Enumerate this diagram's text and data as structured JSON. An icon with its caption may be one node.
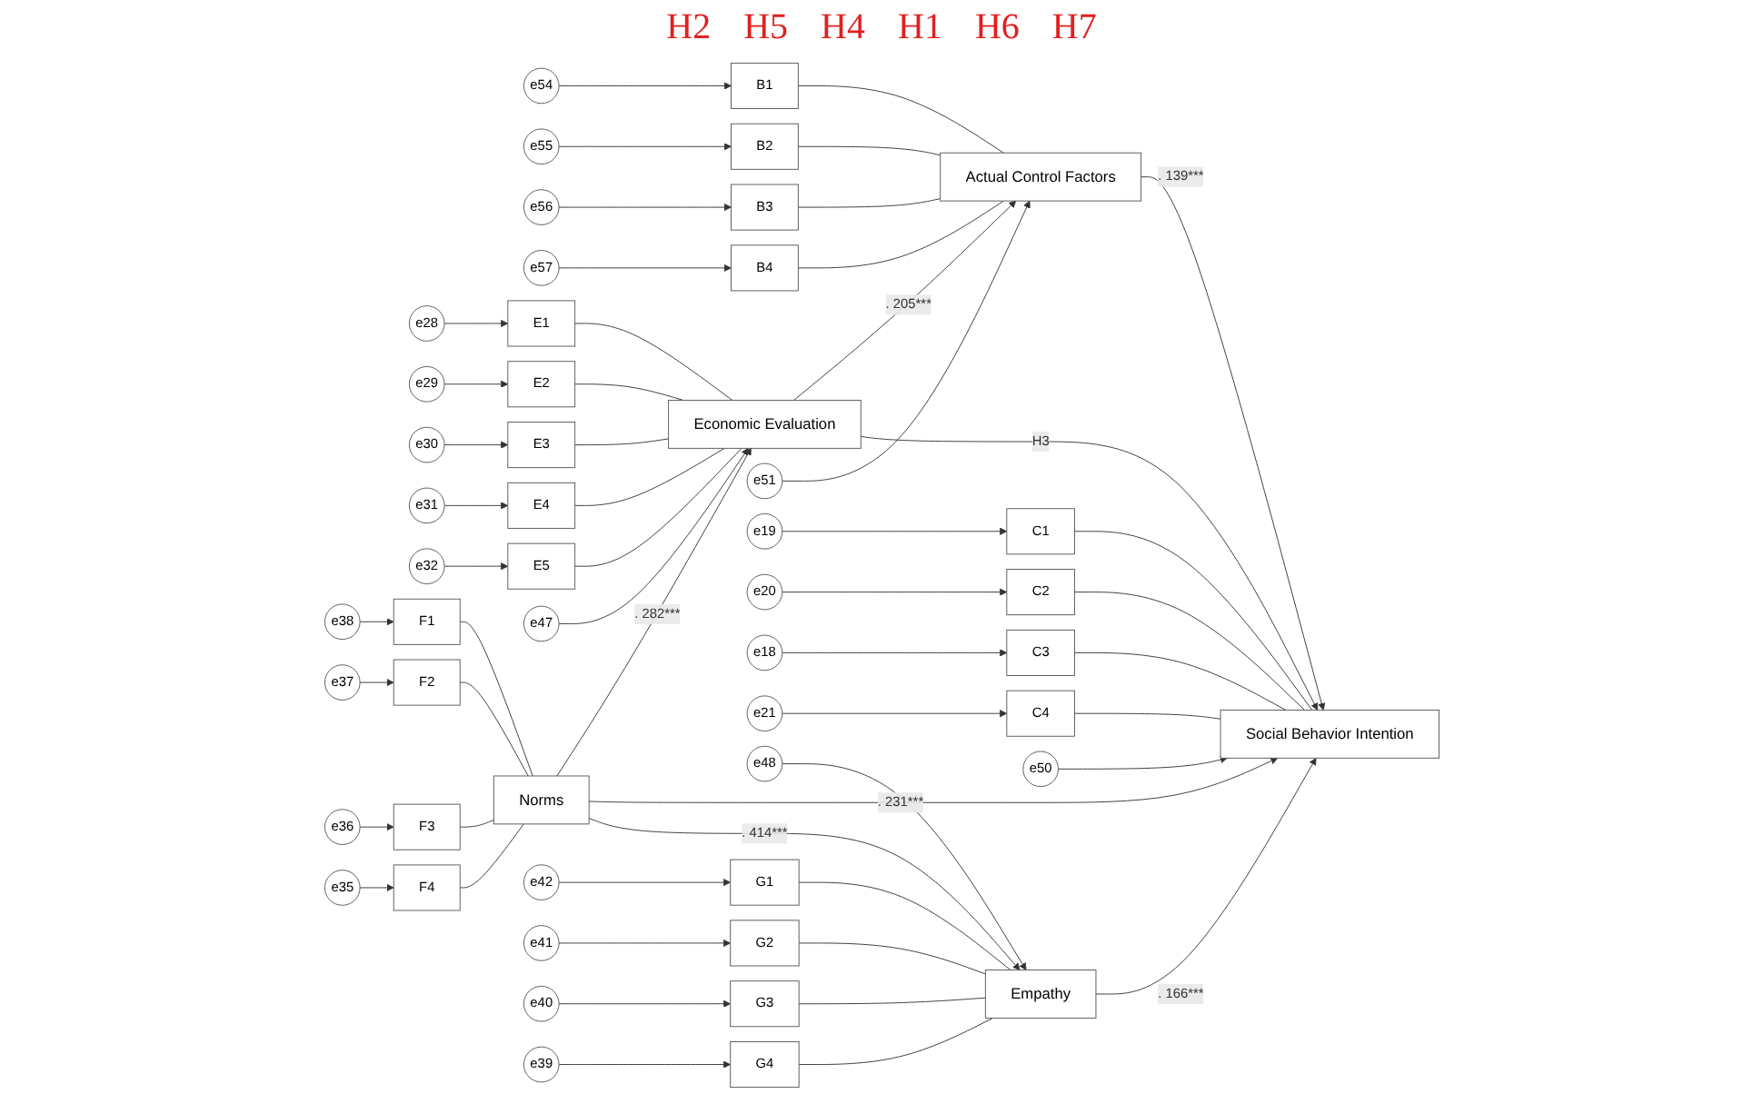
{
  "diagram": {
    "nodes": [
      {
        "text": [
          "e28"
        ]
      },
      {
        "text": [
          "e29"
        ]
      },
      {
        "text": [
          "e30"
        ]
      },
      {
        "text": [
          "e31"
        ]
      },
      {
        "text": [
          "e32"
        ]
      },
      {
        "text": [
          "e54"
        ]
      },
      {
        "text": [
          "e55"
        ]
      },
      {
        "text": [
          "e56"
        ]
      },
      {
        "text": [
          "e57"
        ]
      },
      {
        "text": [
          "E1"
        ]
      },
      {
        "text": [
          "E2"
        ]
      },
      {
        "text": [
          "E3"
        ]
      },
      {
        "text": [
          "E4"
        ]
      },
      {
        "text": [
          "E5"
        ]
      },
      {
        "text": [
          "B1"
        ]
      },
      {
        "text": [
          "B2"
        ]
      },
      {
        "text": [
          "B3"
        ]
      },
      {
        "text": [
          "B4"
        ]
      },
      {
        "text": [
          "e47"
        ]
      },
      {
        "text": [
          "Economic Evaluation"
        ]
      },
      {
        "text": [
          "Actual Control Factors"
        ]
      },
      {
        "text": [
          "e51"
        ]
      },
      {
        "text": [
          "e38"
        ]
      },
      {
        "text": [
          "F1"
        ]
      },
      {
        "text": [
          "e37"
        ]
      },
      {
        "text": [
          "F2"
        ]
      },
      {
        "text": [
          "e36"
        ]
      },
      {
        "text": [
          "F3"
        ]
      },
      {
        "text": [
          "e35"
        ]
      },
      {
        "text": [
          "F4"
        ]
      },
      {
        "text": [
          "Norms"
        ]
      },
      {
        "text": [
          "Social Behavior Intention"
        ]
      },
      {
        "text": [
          "C1"
        ]
      },
      {
        "text": [
          "e19"
        ]
      },
      {
        "text": [
          "C2"
        ]
      },
      {
        "text": [
          "e20"
        ]
      },
      {
        "text": [
          "C3"
        ]
      },
      {
        "text": [
          "e18"
        ]
      },
      {
        "text": [
          "C4"
        ]
      },
      {
        "text": [
          "e21"
        ]
      },
      {
        "text": [
          "Empathy"
        ]
      },
      {
        "text": [
          "e50"
        ]
      },
      {
        "text": [
          "e48"
        ]
      },
      {
        "text": [
          "G1"
        ]
      },
      {
        "text": [
          "G2"
        ]
      },
      {
        "text": [
          "G3"
        ]
      },
      {
        "text": [
          "G4"
        ]
      },
      {
        "text": [
          "e42"
        ]
      },
      {
        "text": [
          "e41"
        ]
      },
      {
        "text": [
          "e40"
        ]
      },
      {
        "text": [
          "e39"
        ]
      }
    ],
    "edges": [
      {
        "from": 0,
        "to": 9,
        "arrow": "to"
      },
      {
        "from": 1,
        "to": 10,
        "arrow": "to"
      },
      {
        "from": 2,
        "to": 11,
        "arrow": "to"
      },
      {
        "from": 3,
        "to": 12,
        "arrow": "to"
      },
      {
        "from": 4,
        "to": 13,
        "arrow": "to"
      },
      {
        "from": 5,
        "to": 14,
        "arrow": "to"
      },
      {
        "from": 6,
        "to": 15,
        "arrow": "to"
      },
      {
        "from": 7,
        "to": 16,
        "arrow": "to"
      },
      {
        "from": 8,
        "to": 17,
        "arrow": "to"
      },
      {
        "from": 9,
        "to": 19,
        "arrow": "none"
      },
      {
        "from": 10,
        "to": 19,
        "arrow": "none"
      },
      {
        "from": 11,
        "to": 19,
        "arrow": "none"
      },
      {
        "from": 12,
        "to": 19,
        "arrow": "none"
      },
      {
        "from": 13,
        "to": 19,
        "arrow": "none"
      },
      {
        "from": 14,
        "to": 20,
        "arrow": "none"
      },
      {
        "from": 15,
        "to": 20,
        "arrow": "none"
      },
      {
        "from": 16,
        "to": 20,
        "arrow": "none"
      },
      {
        "from": 17,
        "to": 20,
        "arrow": "none"
      },
      {
        "from": 18,
        "to": 19,
        "arrow": "to"
      },
      {
        "from": 21,
        "to": 20,
        "arrow": "to"
      },
      {
        "from": 22,
        "to": 23,
        "arrow": "to"
      },
      {
        "from": 24,
        "to": 25,
        "arrow": "to"
      },
      {
        "from": 26,
        "to": 27,
        "arrow": "to"
      },
      {
        "from": 28,
        "to": 29,
        "arrow": "to"
      },
      {
        "from": 23,
        "to": 30,
        "arrow": "none"
      },
      {
        "from": 25,
        "to": 30,
        "arrow": "none"
      },
      {
        "from": 27,
        "to": 30,
        "arrow": "none"
      },
      {
        "from": 29,
        "to": 30,
        "arrow": "none"
      },
      {
        "from": 33,
        "to": 32,
        "arrow": "to"
      },
      {
        "from": 35,
        "to": 34,
        "arrow": "to"
      },
      {
        "from": 37,
        "to": 36,
        "arrow": "to"
      },
      {
        "from": 39,
        "to": 38,
        "arrow": "to"
      },
      {
        "from": 32,
        "to": 31,
        "arrow": "none"
      },
      {
        "from": 34,
        "to": 31,
        "arrow": "none"
      },
      {
        "from": 36,
        "to": 31,
        "arrow": "none"
      },
      {
        "from": 38,
        "to": 31,
        "arrow": "none"
      },
      {
        "from": 41,
        "to": 31,
        "arrow": "to"
      },
      {
        "from": 42,
        "to": 40,
        "arrow": "to"
      },
      {
        "from": 43,
        "to": 40,
        "arrow": "none"
      },
      {
        "from": 44,
        "to": 40,
        "arrow": "none"
      },
      {
        "from": 45,
        "to": 40,
        "arrow": "none"
      },
      {
        "from": 46,
        "to": 40,
        "arrow": "none"
      },
      {
        "from": 47,
        "to": 43,
        "arrow": "to"
      },
      {
        "from": 48,
        "to": 44,
        "arrow": "to"
      },
      {
        "from": 49,
        "to": 45,
        "arrow": "to"
      },
      {
        "from": 50,
        "to": 46,
        "arrow": "to"
      },
      {
        "from": 30,
        "to": 19,
        "arrow": "to",
        "label": ". 282***"
      },
      {
        "from": 19,
        "to": 20,
        "arrow": "to",
        "label": ". 205***"
      },
      {
        "from": 19,
        "to": 31,
        "arrow": "to",
        "label": "H3"
      },
      {
        "from": 20,
        "to": 31,
        "arrow": "to",
        "label": ". 139***"
      },
      {
        "from": 30,
        "to": 31,
        "arrow": "to",
        "label": ". 231***"
      },
      {
        "from": 30,
        "to": 40,
        "arrow": "to",
        "label": ". 414***"
      },
      {
        "from": 40,
        "to": 31,
        "arrow": "to",
        "label": ". 166***"
      }
    ],
    "labels": [
      "H2",
      "H5",
      "H4",
      "H1",
      "H6",
      "H7"
    ]
  }
}
